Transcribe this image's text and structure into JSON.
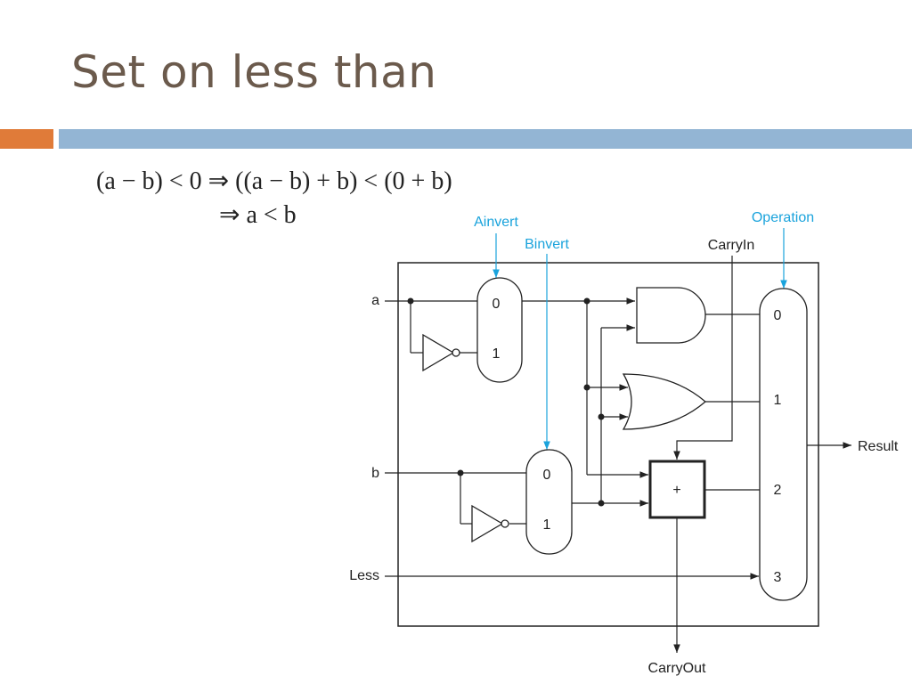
{
  "slide": {
    "title": "Set on less than",
    "math_line1": "(a − b) < 0 ⇒ ((a − b) + b) < (0 + b)",
    "math_line2": "⇒ a < b"
  },
  "diagram": {
    "inputs": {
      "a": "a",
      "b": "b",
      "less": "Less"
    },
    "controls": {
      "ainvert": "Ainvert",
      "binvert": "Binvert",
      "carryin": "CarryIn",
      "operation": "Operation"
    },
    "outputs": {
      "result": "Result",
      "carryout": "CarryOut"
    },
    "mux_a": [
      "0",
      "1"
    ],
    "mux_b": [
      "0",
      "1"
    ],
    "mux_result": [
      "0",
      "1",
      "2",
      "3"
    ],
    "adder_symbol": "+",
    "colors": {
      "control_label": "#1aa3dc",
      "accent_orange": "#e07b39",
      "accent_blue": "#93b5d4",
      "title": "#6b5a4c"
    }
  }
}
